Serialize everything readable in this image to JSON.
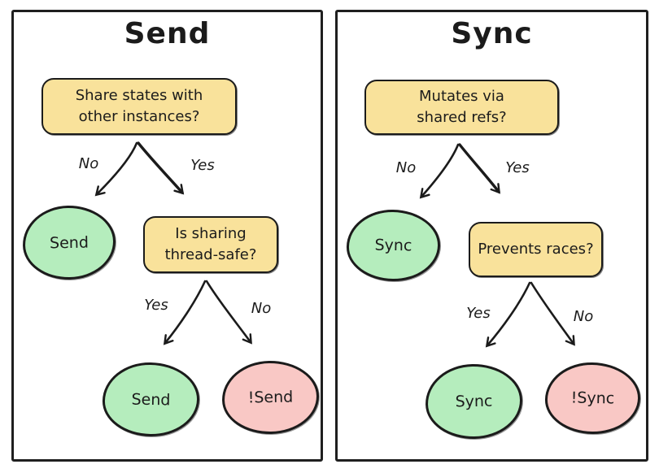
{
  "colors": {
    "background": "#ffffff",
    "stroke": "#1b1b1b",
    "question_fill": "#f9e29b",
    "positive_fill": "#b5edbd",
    "negative_fill": "#f9c8c5"
  },
  "panels": [
    {
      "title": "Send",
      "root_question": {
        "line1": "Share states with",
        "line2": "other instances?"
      },
      "root_no_label": "No",
      "root_yes_label": "Yes",
      "root_no_result": "Send",
      "second_question": {
        "line1": "Is sharing",
        "line2": "thread-safe?"
      },
      "second_yes_label": "Yes",
      "second_no_label": "No",
      "second_yes_result": "Send",
      "second_no_result": "!Send"
    },
    {
      "title": "Sync",
      "root_question": {
        "line1": "Mutates via",
        "line2": "shared refs?"
      },
      "root_no_label": "No",
      "root_yes_label": "Yes",
      "root_no_result": "Sync",
      "second_question": {
        "line1": "Prevents races?",
        "line2": ""
      },
      "second_yes_label": "Yes",
      "second_no_label": "No",
      "second_yes_result": "Sync",
      "second_no_result": "!Sync"
    }
  ]
}
